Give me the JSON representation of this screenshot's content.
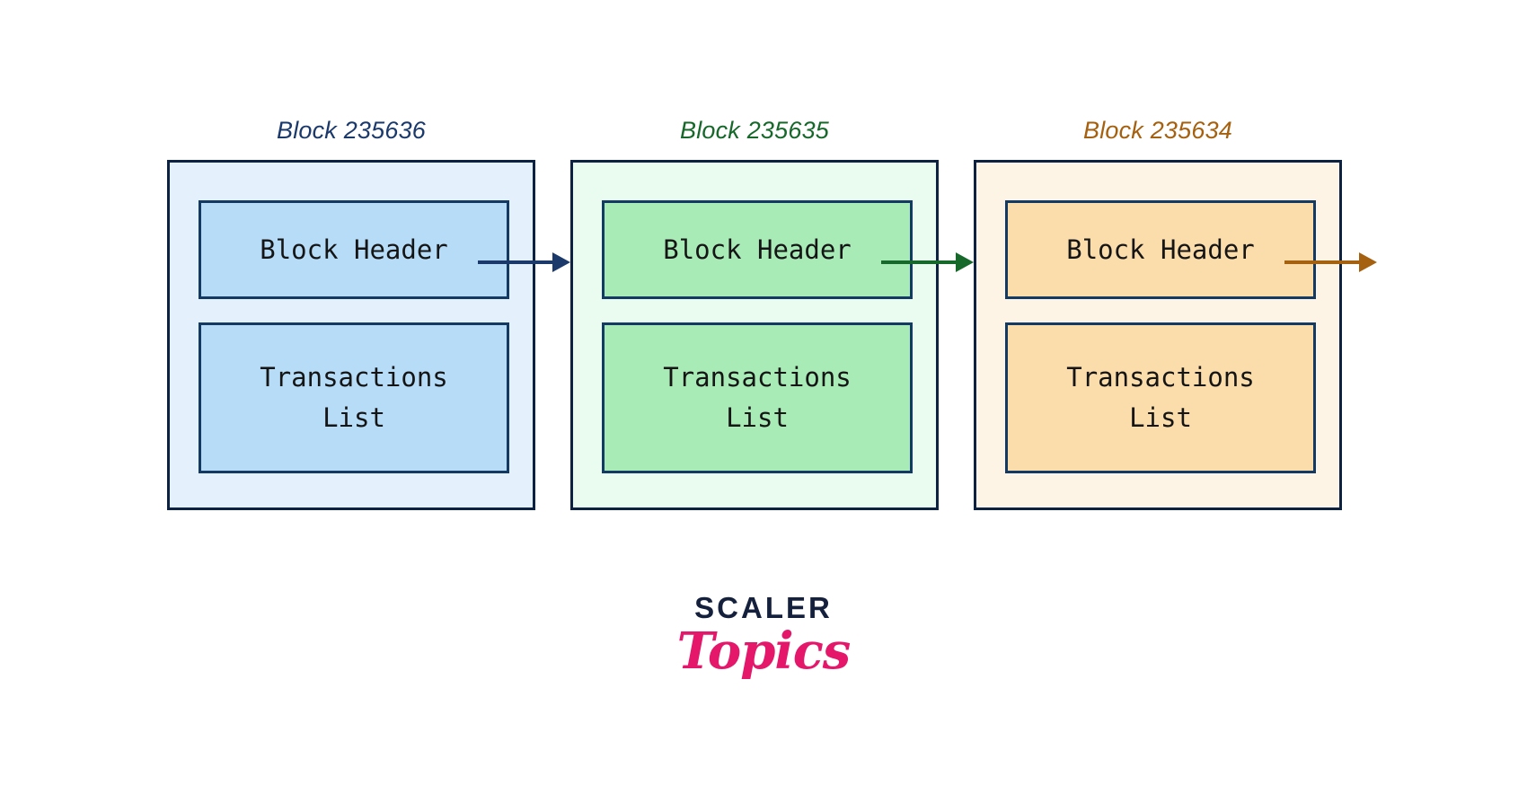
{
  "diagram": {
    "title": "Blockchain block chain diagram",
    "blocks": [
      {
        "label": "Block 235636",
        "theme": "blue",
        "accent": "#1b3a6b",
        "outer_fill": "#e4f1fd",
        "inner_fill": "#b6dcf8",
        "border": "#0d2240",
        "header_text": "Block Header",
        "tx_text": "Transactions\nList",
        "arrow": {
          "name": "arrow-block-235636-to-235635",
          "color": "#1b3a6b"
        }
      },
      {
        "label": "Block 235635",
        "theme": "green",
        "accent": "#17682b",
        "outer_fill": "#eafbf0",
        "inner_fill": "#a9ebb7",
        "border": "#0d2240",
        "header_text": "Block Header",
        "tx_text": "Transactions\nList",
        "arrow": {
          "name": "arrow-block-235635-to-235634",
          "color": "#17682b"
        }
      },
      {
        "label": "Block 235634",
        "theme": "brown",
        "accent": "#a5610f",
        "outer_fill": "#fdf4e6",
        "inner_fill": "#fbdcab",
        "border": "#0d2240",
        "header_text": "Block Header",
        "tx_text": "Transactions\nList",
        "arrow": {
          "name": "arrow-block-235634-outgoing",
          "color": "#a5610f"
        }
      }
    ]
  },
  "logo": {
    "line1": "SCALER",
    "line2": "Topics",
    "line1_color": "#14203c",
    "line2_color": "#e4176b"
  }
}
